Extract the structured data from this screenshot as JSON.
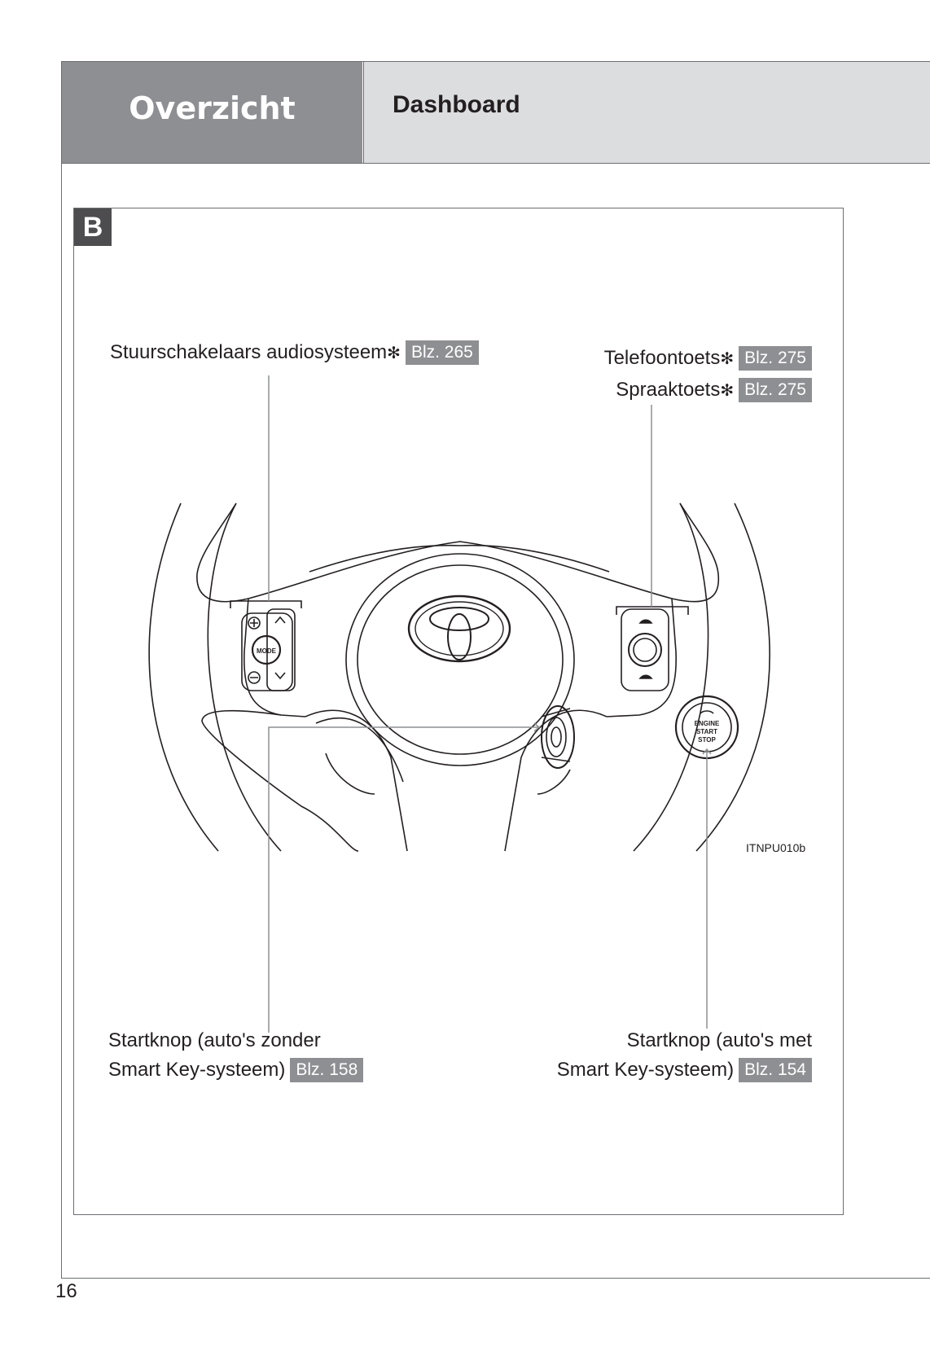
{
  "header": {
    "section": "Overzicht",
    "title": "Dashboard"
  },
  "panel": {
    "badge": "B",
    "figure_code": "ITNPU010b"
  },
  "labels": {
    "audio_switches": {
      "text": "Stuurschakelaars audiosysteem",
      "star": "✻",
      "ref": "Blz. 265"
    },
    "phone_button": {
      "text": "Telefoontoets",
      "star": "✻",
      "ref": "Blz. 275"
    },
    "voice_button": {
      "text": "Spraaktoets",
      "star": "✻",
      "ref": "Blz. 275"
    },
    "start_no_smart_key": {
      "line1": "Startknop (auto's zonder",
      "line2": "Smart Key-systeem)",
      "ref": "Blz. 158"
    },
    "start_smart_key": {
      "line1": "Startknop  (auto's met",
      "line2": "Smart Key-systeem)",
      "ref": "Blz. 154"
    }
  },
  "illustration": {
    "mode_label": "MODE",
    "engine_button": {
      "line1": "ENGINE",
      "line2": "START",
      "line3": "STOP"
    }
  },
  "page_number": "16"
}
